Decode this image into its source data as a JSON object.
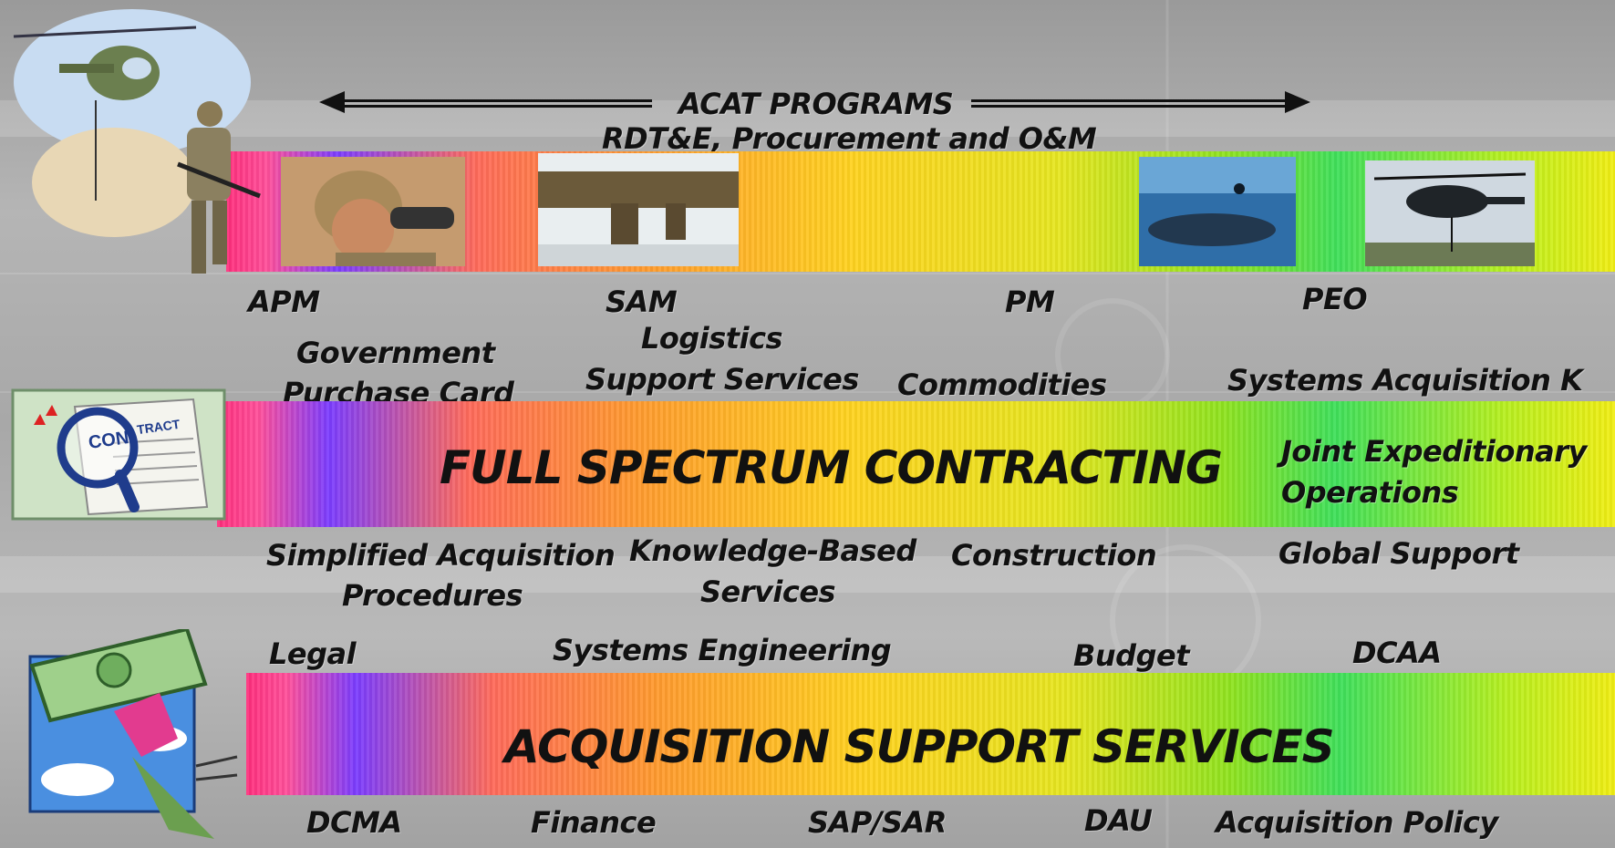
{
  "header": {
    "title": "ACAT PROGRAMS",
    "subtitle": "RDT&E, Procurement and O&M"
  },
  "top_band": {
    "roles": [
      "APM",
      "SAM",
      "PM",
      "PEO"
    ]
  },
  "middle_upper": {
    "government": "Government",
    "purchase_card": "Purchase Card",
    "logistics": "Logistics",
    "support_services": "Support Services",
    "commodities": "Commodities",
    "systems_acquisition": "Systems Acquisition K"
  },
  "contracting_band": {
    "title": "FULL SPECTRUM CONTRACTING",
    "joint": "Joint Expeditionary",
    "operations": "Operations",
    "icon_text_con": "CON",
    "icon_text_tract": "TRACT"
  },
  "middle_lower": {
    "simplified": "Simplified Acquisition",
    "procedures": "Procedures",
    "knowledge": "Knowledge-Based",
    "services": "Services",
    "construction": "Construction",
    "global_support": "Global Support"
  },
  "support_upper": {
    "legal": "Legal",
    "systems_engineering": "Systems Engineering",
    "budget": "Budget",
    "dcaa": "DCAA"
  },
  "support_band": {
    "title": "ACQUISITION SUPPORT SERVICES"
  },
  "support_lower": {
    "dcma": "DCMA",
    "finance": "Finance",
    "sap_sar": "SAP/SAR",
    "dau": "DAU",
    "acquisition_policy": "Acquisition Policy"
  },
  "colors": {
    "band_gradient_start": "#ff2e7c",
    "band_gradient_mid": "#ffd21f",
    "band_gradient_end": "#f1ee13",
    "text": "#111111"
  }
}
